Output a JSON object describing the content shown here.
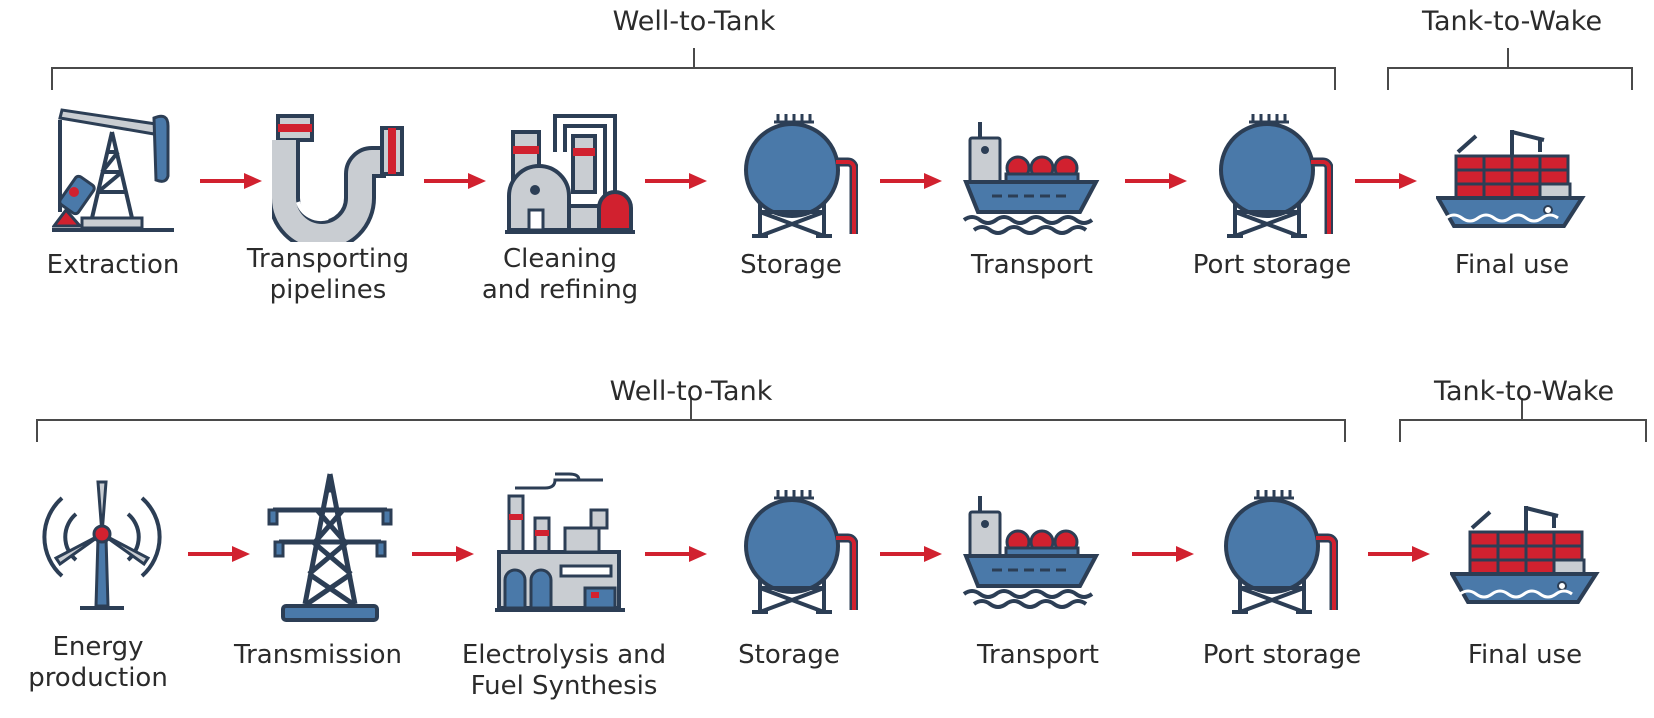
{
  "colors": {
    "blue": "#4a79a9",
    "dark": "#2c3e55",
    "red": "#d1212f",
    "grey": "#c9cdd2",
    "bracket": "#4a4a4a"
  },
  "rows": [
    {
      "phases": {
        "well_to_tank": "Well-to-Tank",
        "tank_to_wake": "Tank-to-Wake"
      },
      "steps": [
        {
          "label": [
            "Extraction"
          ],
          "icon": "oil-pump-icon"
        },
        {
          "label": [
            "Transporting",
            "pipelines"
          ],
          "icon": "pipeline-icon"
        },
        {
          "label": [
            "Cleaning",
            "and refining"
          ],
          "icon": "refinery-icon"
        },
        {
          "label": [
            "Storage"
          ],
          "icon": "storage-tank-icon"
        },
        {
          "label": [
            "Transport"
          ],
          "icon": "tanker-ship-icon"
        },
        {
          "label": [
            "Port storage"
          ],
          "icon": "storage-tank-icon"
        },
        {
          "label": [
            "Final use"
          ],
          "icon": "container-ship-icon"
        }
      ]
    },
    {
      "phases": {
        "well_to_tank": "Well-to-Tank",
        "tank_to_wake": "Tank-to-Wake"
      },
      "steps": [
        {
          "label": [
            "Energy",
            "production"
          ],
          "icon": "wind-turbine-icon"
        },
        {
          "label": [
            "Transmission"
          ],
          "icon": "pylon-icon"
        },
        {
          "label": [
            "Electrolysis and",
            "Fuel Synthesis"
          ],
          "icon": "factory-icon"
        },
        {
          "label": [
            "Storage"
          ],
          "icon": "storage-tank-icon"
        },
        {
          "label": [
            "Transport"
          ],
          "icon": "tanker-ship-icon"
        },
        {
          "label": [
            "Port storage"
          ],
          "icon": "storage-tank-icon"
        },
        {
          "label": [
            "Final use"
          ],
          "icon": "container-ship-icon"
        }
      ]
    }
  ]
}
